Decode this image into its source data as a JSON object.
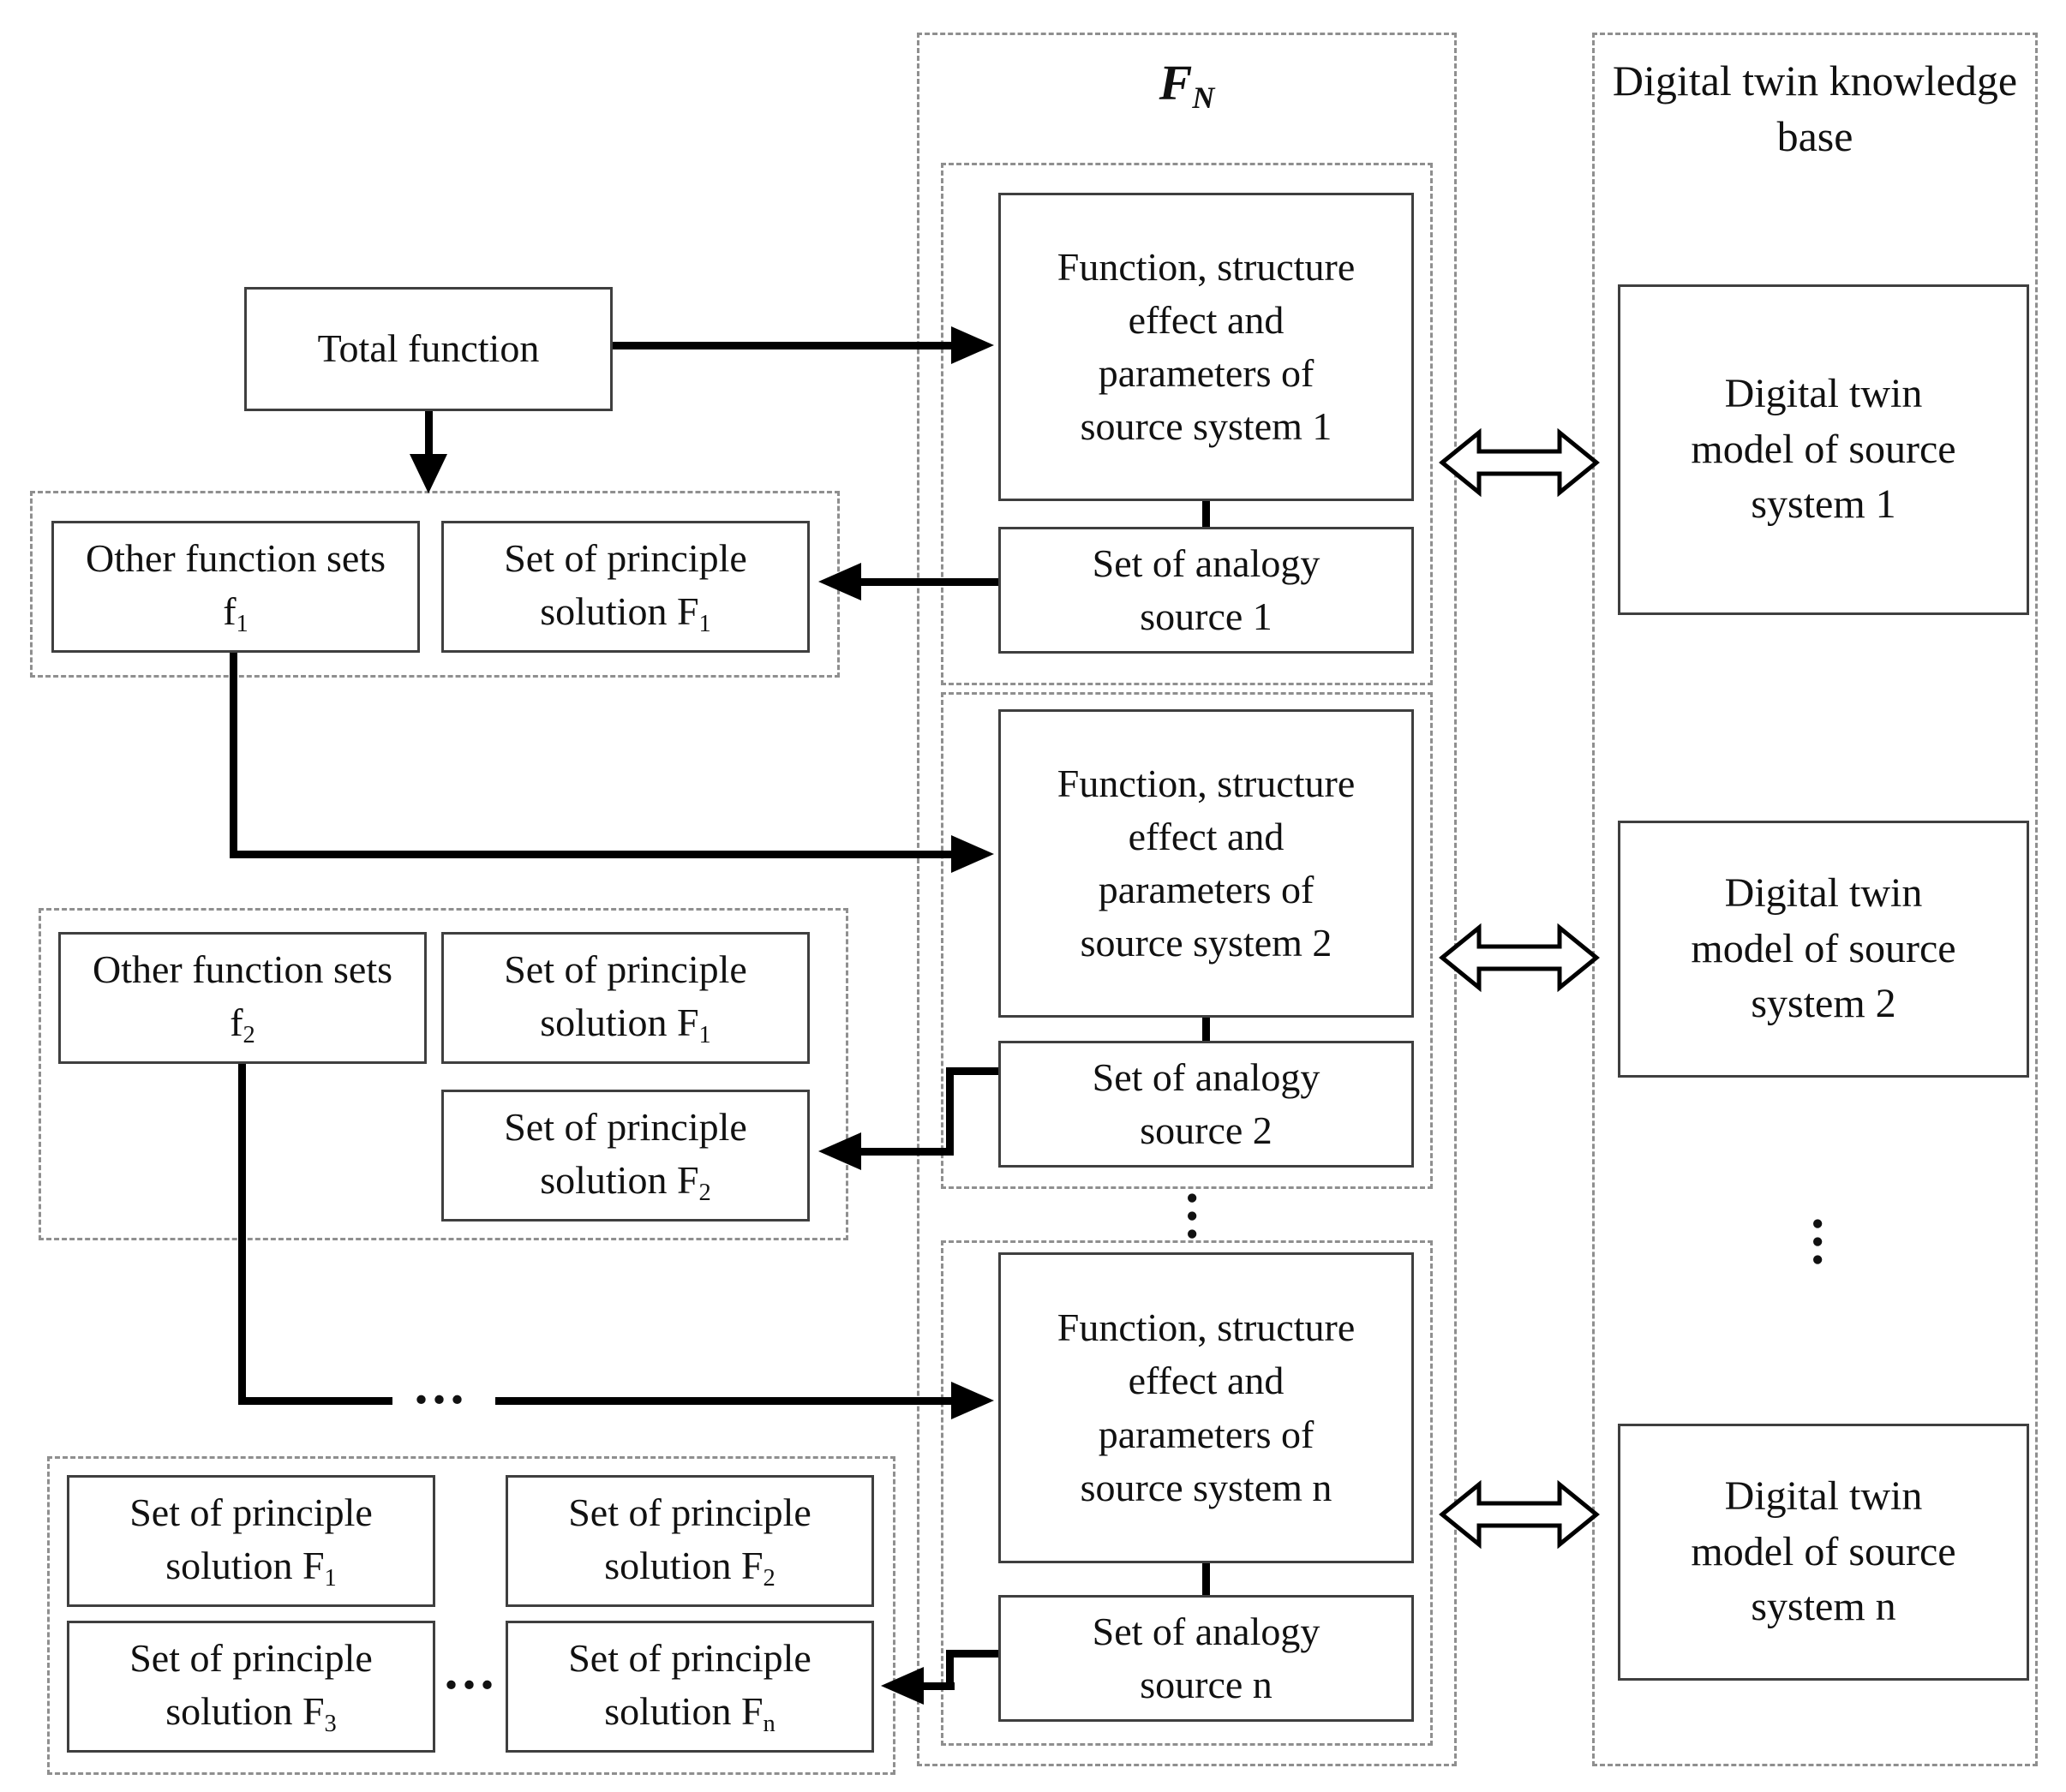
{
  "left": {
    "total_function": "Total function",
    "group1": {
      "other": {
        "text": "Other function sets f",
        "sub": "1"
      },
      "principle": {
        "text": "Set of principle solution F",
        "sub": "1"
      }
    },
    "group2": {
      "other": {
        "text": "Other function sets f",
        "sub": "2"
      },
      "principle1": {
        "text": "Set of principle solution F",
        "sub": "1"
      },
      "principle2": {
        "text": "Set of principle solution F",
        "sub": "2"
      }
    },
    "group3": {
      "p1": {
        "text": "Set of principle solution F",
        "sub": "1"
      },
      "p2": {
        "text": "Set of principle solution F",
        "sub": "2"
      },
      "p3": {
        "text": "Set of principle solution F",
        "sub": "3"
      },
      "pn": {
        "text": "Set of principle solution F",
        "sub": "n"
      },
      "ellipsis": "..."
    },
    "path_ellipsis": "..."
  },
  "middle": {
    "label": {
      "text": "F",
      "sub": "N"
    },
    "groups": [
      {
        "function": "Function, structure effect and parameters of source system 1",
        "analogy": "Set of analogy source 1"
      },
      {
        "function": "Function, structure effect and parameters of source system 2",
        "analogy": "Set of analogy source 2"
      },
      {
        "function": "Function, structure effect and parameters of source system n",
        "analogy": "Set of analogy source n"
      }
    ],
    "dots": "..."
  },
  "right": {
    "title": "Digital twin knowledge base",
    "models": [
      "Digital twin model of source system 1",
      "Digital twin model of source system 2",
      "Digital twin model of source system n"
    ],
    "dots": "..."
  }
}
